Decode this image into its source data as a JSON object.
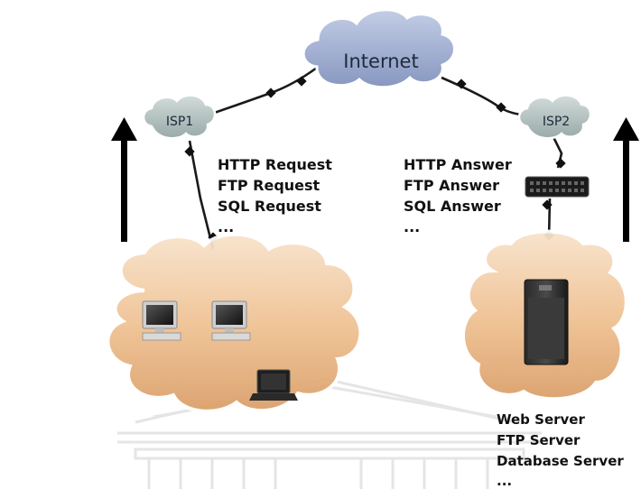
{
  "clouds": {
    "internet": "Internet",
    "isp1": "ISP1",
    "isp2": "ISP2"
  },
  "requests": [
    "HTTP Request",
    "FTP Request",
    "SQL Request",
    "..."
  ],
  "answers": [
    "HTTP Answer",
    "FTP Answer",
    "SQL Answer",
    "..."
  ],
  "server_labels": [
    "Web Server",
    "FTP Server",
    "Database Server",
    "..."
  ],
  "colors": {
    "internet_cloud": "#9fb0d3",
    "isp_cloud": "#b9c7c6",
    "network_cloud": "#f2c79e",
    "link": "#1a1a1a",
    "arrow": "#000000"
  },
  "icons": {
    "client_devices": [
      "desktop-computer-icon",
      "desktop-computer-icon",
      "laptop-icon"
    ],
    "server_device": "server-tower-icon",
    "firewall": "firewall-icon",
    "direction_arrows": [
      "up-arrow-icon",
      "up-arrow-icon"
    ]
  }
}
